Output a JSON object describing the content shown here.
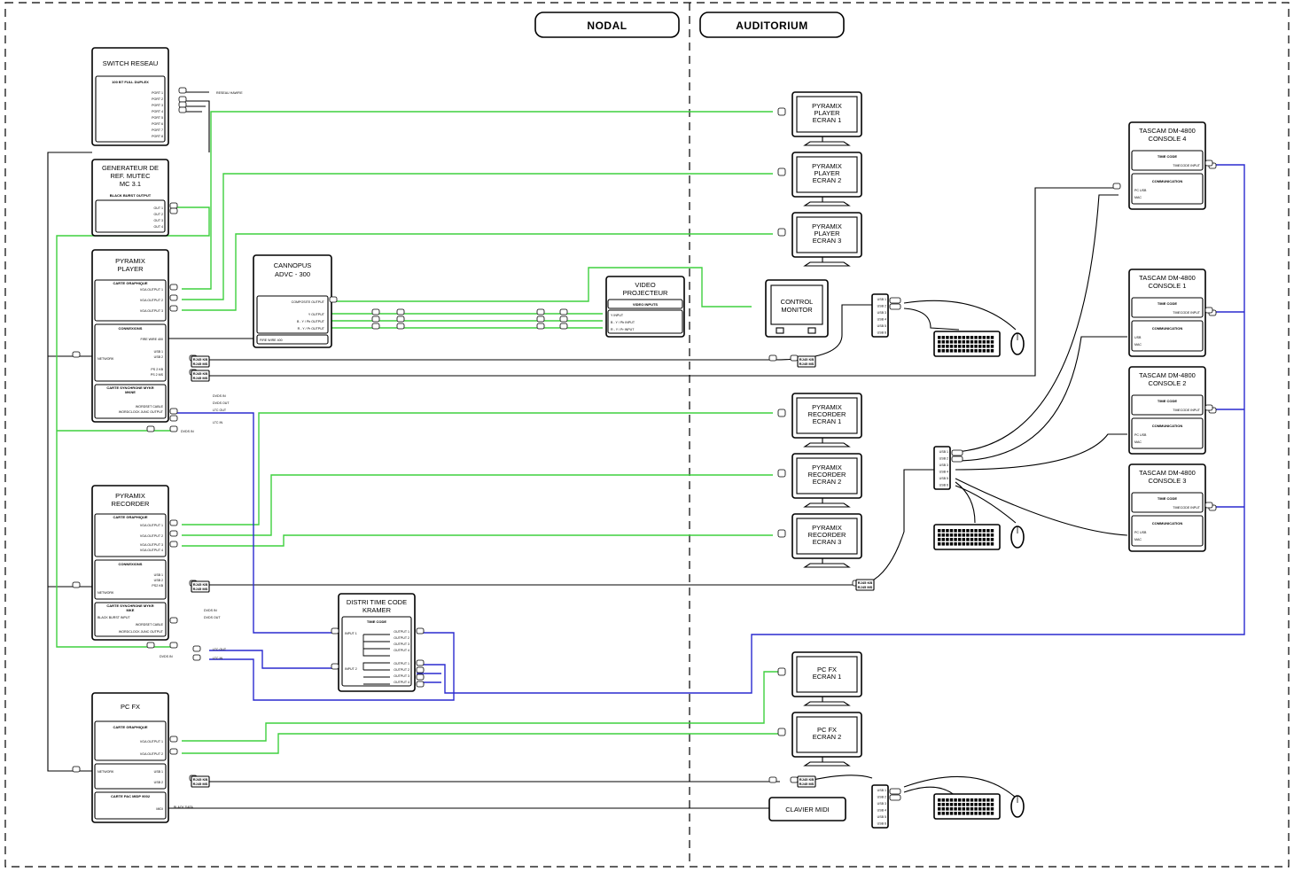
{
  "headers": {
    "nodal": "NODAL",
    "auditorium": "AUDITORIUM"
  },
  "devices": {
    "switch": {
      "title": [
        "SWITCH RESEAU"
      ],
      "section": "100 BT FULL DUPLEX",
      "ports": [
        "PORT 1",
        "PORT 2",
        "PORT 3",
        "PORT 4",
        "PORT 5",
        "PORT 6",
        "PORT 7",
        "PORT 8"
      ],
      "uplink_label": "RESEAU HAWFIE"
    },
    "generator": {
      "title": [
        "GENERATEUR DE",
        "REF. MUTEC",
        "MC 3.1"
      ],
      "section": "BLACK BURST OUTPUT",
      "outs": [
        "OUT 1",
        "OUT 2",
        "OUT 3",
        "OUT 4"
      ]
    },
    "player": {
      "title": [
        "PYRAMIX",
        "PLAYER"
      ],
      "sec1": "CARTE GRAPHIQUE",
      "vga": [
        "VGA OUTPUT 1",
        "VGA OUTPUT 2",
        "VGA OUTPUT 3"
      ],
      "sec2": "CONNEXIONS",
      "fire": "FIRE WIRE 400",
      "usb": [
        "USB 1",
        "USB 2"
      ],
      "net": "NETWORK",
      "ps2": [
        "PS 2 KB",
        "PS 2 MS"
      ],
      "sec3": "CARTE SYNCHRONE MYKR",
      "sec3b": "MKNE",
      "sync": [
        "WORDSET CABLE",
        "WORDCLOCK JUNC OUTPUT"
      ],
      "ext": [
        "DVDS IN",
        "DVDS OUT",
        "LTC OUT",
        "LTC IN",
        "DVDS IN"
      ]
    },
    "recorder": {
      "title": [
        "PYRAMIX",
        "RECORDER"
      ],
      "sec1": "CARTE GRAPHIQUE",
      "vga": [
        "VGA OUTPUT 1",
        "VGA OUTPUT 2",
        "VGA OUTPUT 3",
        "VGA OUTPUT 4"
      ],
      "sec2": "CONNEXIONS",
      "usb": [
        "USB 1",
        "USB 2",
        "PS2 KB"
      ],
      "net": "NETWORK",
      "sec3": "CARTE SYNCHRONE MYKR",
      "sec3b": "MKE",
      "sync": [
        "BLACK BURST INPUT",
        "WORDSET CABLE",
        "WORDCLOCK JUNC OUTPUT"
      ],
      "ext": [
        "DVDS IN",
        "DVDS OUT",
        "LTC OUT",
        "LTC IN",
        "DVDS IN"
      ]
    },
    "pcfx": {
      "title": [
        "PC FX"
      ],
      "sec1": "CARTE GRAPHIQUE",
      "vga": [
        "VGA OUTPUT 1",
        "VGA OUTPUT 2"
      ],
      "net": "NETWORK",
      "usb": [
        "USB 1",
        "USB 2"
      ],
      "sec2": "CARTE PAC MIDP 9002",
      "midi": "MIDI",
      "midi_out": "BLACK DATA"
    },
    "canopus": {
      "title": [
        "CANNOPUS",
        "ADVC - 300"
      ],
      "out": "COMPOSITE OUTPUT",
      "outs": [
        "Y OUTPUT",
        "B - Y / Pb OUTPUT",
        "R - Y / Pr OUTPUT"
      ],
      "fire": "FIRE WIRE 400"
    },
    "projector": {
      "title": [
        "VIDEO",
        "PROJECTEUR"
      ],
      "sec": "VIDEO INPUTS",
      "inputs": [
        "Y INPUT",
        "B - Y / Pb INPUT",
        "R - Y / Pr INPUT"
      ]
    },
    "distri": {
      "title": [
        "DISTRI TIME CODE",
        "KRAMER"
      ],
      "sec": "TIME CODE",
      "in1": "INPUT 1",
      "in2": "INPUT 2",
      "outs": [
        "OUTPUT 1",
        "OUTPUT 2",
        "OUTPUT 3",
        "OUTPUT 4"
      ]
    },
    "monitors": [
      {
        "lines": [
          "PYRAMIX",
          "PLAYER",
          "ECRAN 1"
        ]
      },
      {
        "lines": [
          "PYRAMIX",
          "PLAYER",
          "ECRAN 2"
        ]
      },
      {
        "lines": [
          "PYRAMIX",
          "PLAYER",
          "ECRAN 3"
        ]
      },
      {
        "lines": [
          "PYRAMIX",
          "RECORDER",
          "ECRAN 1"
        ]
      },
      {
        "lines": [
          "PYRAMIX",
          "RECORDER",
          "ECRAN 2"
        ]
      },
      {
        "lines": [
          "PYRAMIX",
          "RECORDER",
          "ECRAN 3"
        ]
      },
      {
        "lines": [
          "PC FX",
          "ECRAN 1"
        ]
      },
      {
        "lines": [
          "PC FX",
          "ECRAN 2"
        ]
      }
    ],
    "control_monitor": {
      "lines": [
        "CONTROL",
        "MONITOR"
      ]
    },
    "clavier_midi": "CLAVIER MIDI",
    "consoles": [
      {
        "title": [
          "TASCAM DM-4800",
          "CONSOLE 4"
        ],
        "tc": "TIME CODE",
        "tc_in": "TIMECODE INPUT",
        "com": "COMMUNICATION",
        "usb": "PC USB",
        "mac": "MAC"
      },
      {
        "title": [
          "TASCAM DM-4800",
          "CONSOLE 1"
        ],
        "tc": "TIME CODE",
        "tc_in": "TIMECODE INPUT",
        "com": "COMMUNICATION",
        "usb": "USB",
        "mac": "MAC"
      },
      {
        "title": [
          "TASCAM DM-4800",
          "CONSOLE 2"
        ],
        "tc": "TIME CODE",
        "tc_in": "TIMECODE INPUT",
        "com": "COMMUNICATION",
        "usb": "PC USB",
        "mac": "MAC"
      },
      {
        "title": [
          "TASCAM DM-4800",
          "CONSOLE 3"
        ],
        "tc": "TIME CODE",
        "tc_in": "TIMECODE INPUT",
        "com": "COMMUNICATION",
        "usb": "PC USB",
        "mac": "MAC"
      }
    ],
    "usb_hub_ports": [
      "USB 1",
      "USB 2",
      "USB 3",
      "USB 4",
      "USB 5",
      "USB 6"
    ],
    "extender": [
      "RJ45 KB",
      "RJ45 MS"
    ]
  },
  "colors": {
    "video": "#3fd03f",
    "timecode": "#2a2acf",
    "other": "#000000"
  }
}
